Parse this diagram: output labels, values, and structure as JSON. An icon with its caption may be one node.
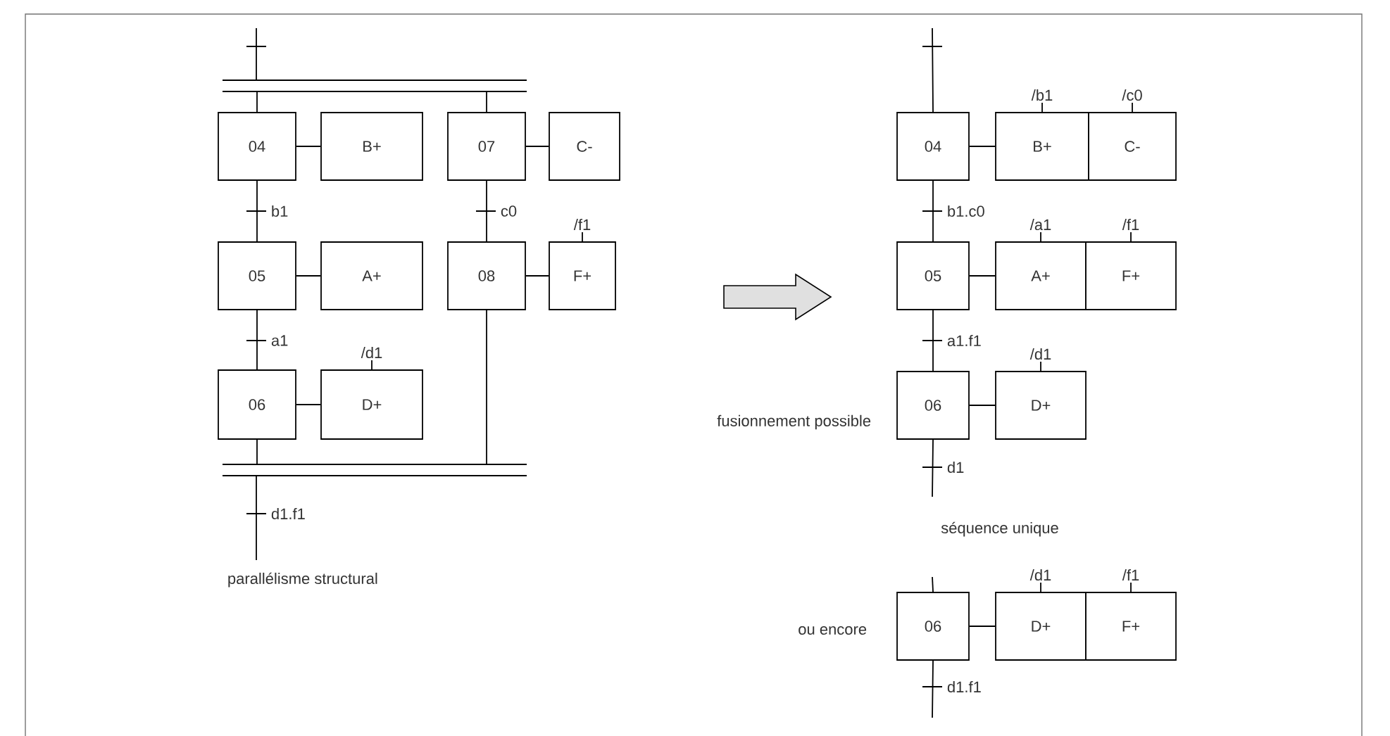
{
  "diagram": {
    "nodes": [
      {
        "text": [
          "04"
        ]
      },
      {
        "text": [
          "B+"
        ]
      },
      {
        "text": [
          "07"
        ]
      },
      {
        "text": [
          "C-"
        ]
      },
      {
        "text": [
          "05"
        ]
      },
      {
        "text": [
          "A+"
        ]
      },
      {
        "text": [
          "08"
        ]
      },
      {
        "text": [
          "F+"
        ],
        "beside": [
          "/f1"
        ]
      },
      {
        "text": [
          "06"
        ]
      },
      {
        "text": [
          "D+"
        ],
        "beside": [
          "/d1"
        ]
      },
      {
        "text": [],
        "shape": "bar"
      },
      {
        "text": [],
        "shape": "bar"
      },
      {
        "text": [
          "04"
        ]
      },
      {
        "text": [
          "B+"
        ],
        "beside": [
          "/b1"
        ]
      },
      {
        "text": [
          "C-"
        ],
        "beside": [
          "/c0"
        ]
      },
      {
        "text": [
          "05"
        ]
      },
      {
        "text": [
          "A+"
        ],
        "beside": [
          "/a1"
        ]
      },
      {
        "text": [
          "F+"
        ],
        "beside": [
          "/f1"
        ]
      },
      {
        "text": [
          "06"
        ]
      },
      {
        "text": [
          "D+"
        ],
        "beside": [
          "/d1"
        ]
      },
      {
        "text": [
          "06"
        ]
      },
      {
        "text": [
          "D+"
        ],
        "beside": [
          "/d1"
        ]
      },
      {
        "text": [
          "F+"
        ],
        "beside": [
          "/f1"
        ]
      }
    ],
    "edges": [
      {
        "from": null,
        "to": 10,
        "arrow": "none"
      },
      {
        "from": 10,
        "to": 0,
        "arrow": "none"
      },
      {
        "from": 10,
        "to": 2,
        "arrow": "none"
      },
      {
        "from": 0,
        "to": 1,
        "arrow": "none"
      },
      {
        "from": 2,
        "to": 3,
        "arrow": "none"
      },
      {
        "from": 0,
        "to": 4,
        "arrow": "none",
        "label": "b1"
      },
      {
        "from": 2,
        "to": 6,
        "arrow": "none",
        "label": "c0"
      },
      {
        "from": 4,
        "to": 5,
        "arrow": "none"
      },
      {
        "from": 6,
        "to": 7,
        "arrow": "none"
      },
      {
        "from": 4,
        "to": 8,
        "arrow": "none",
        "label": "a1"
      },
      {
        "from": 8,
        "to": 9,
        "arrow": "none"
      },
      {
        "from": 8,
        "to": 11,
        "arrow": "none"
      },
      {
        "from": 6,
        "to": 11,
        "arrow": "none"
      },
      {
        "from": 11,
        "to": null,
        "arrow": "none",
        "label": "d1.f1"
      },
      {
        "from": null,
        "to": 12,
        "arrow": "none"
      },
      {
        "from": 12,
        "to": 13,
        "arrow": "none"
      },
      {
        "from": 12,
        "to": 15,
        "arrow": "none",
        "label": "b1.c0"
      },
      {
        "from": 15,
        "to": 16,
        "arrow": "none"
      },
      {
        "from": 15,
        "to": 18,
        "arrow": "none",
        "label": "a1.f1"
      },
      {
        "from": 18,
        "to": 19,
        "arrow": "none"
      },
      {
        "from": 18,
        "to": null,
        "arrow": "none",
        "label": "d1"
      },
      {
        "from": null,
        "to": 20,
        "arrow": "none"
      },
      {
        "from": 20,
        "to": 21,
        "arrow": "none"
      },
      {
        "from": 20,
        "to": null,
        "arrow": "none",
        "label": "d1.f1"
      }
    ],
    "labels": [
      "parallélisme structural",
      "fusionnement possible",
      "séquence unique",
      "ou encore"
    ]
  }
}
